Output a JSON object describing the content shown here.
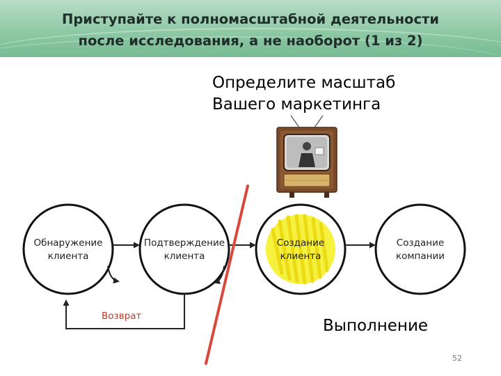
{
  "slide": {
    "title_line1": "Приступайте к полномасштабной деятельности",
    "title_line2": "после исследования, а не наоборот (1 из 2)",
    "subtitle_line1": "Определите масштаб",
    "subtitle_line2": "Вашего маркетинга",
    "page_number": "52"
  },
  "diagram": {
    "nodes": [
      {
        "line1": "Обнаружение",
        "line2": "клиента",
        "highlighted": false
      },
      {
        "line1": "Подтверждение",
        "line2": "клиента",
        "highlighted": false
      },
      {
        "line1": "Создание",
        "line2": "клиента",
        "highlighted": true
      },
      {
        "line1": "Создание",
        "line2": "компании",
        "highlighted": false
      }
    ],
    "back_label": "Возврат",
    "execution_label": "Выполнение",
    "colors": {
      "highlight": "#f5ef2f",
      "divider": "#d9483b",
      "back_text": "#c0392b"
    },
    "illustration": "vintage-tv-icon"
  }
}
